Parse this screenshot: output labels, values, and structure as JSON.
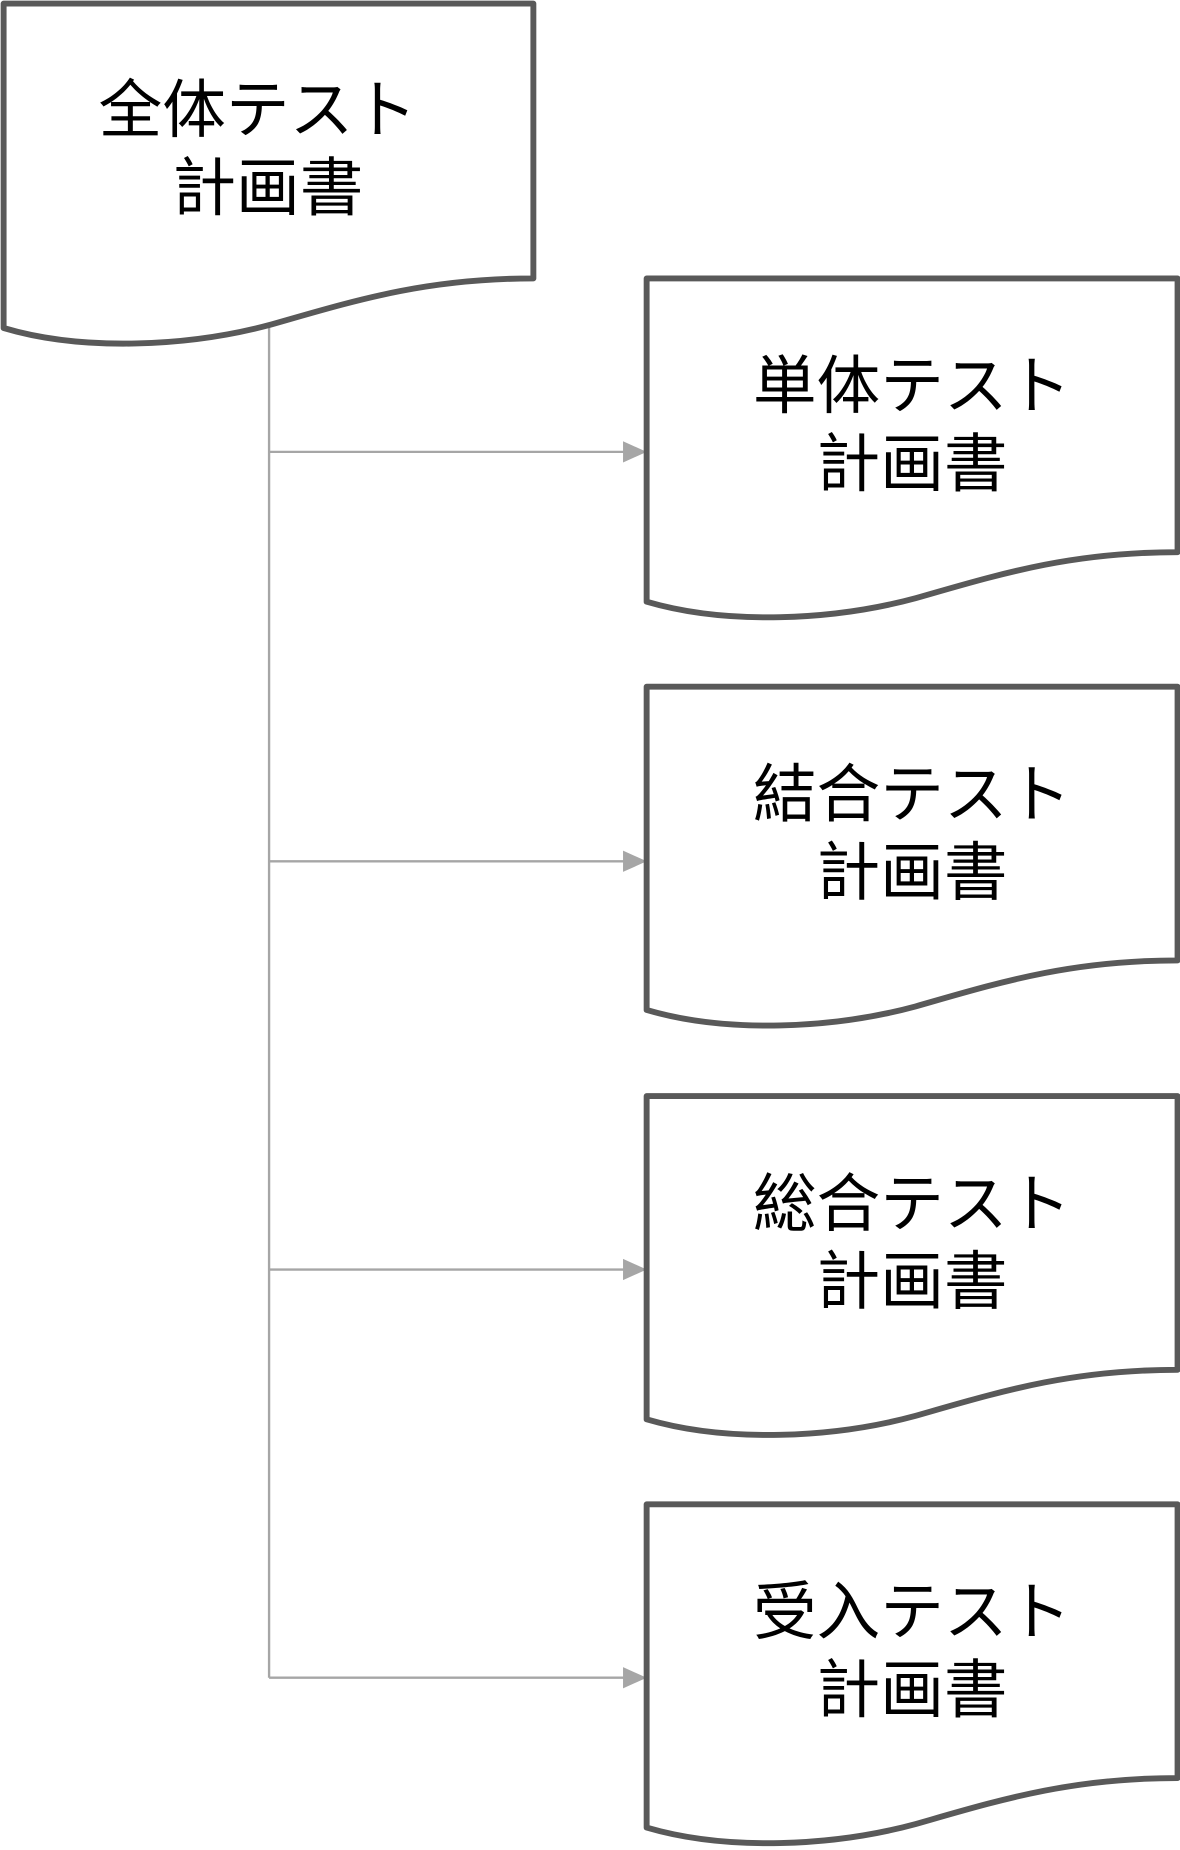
{
  "root": {
    "line1": "全体テスト",
    "line2": "計画書"
  },
  "children": [
    {
      "line1": "単体テスト",
      "line2": "計画書"
    },
    {
      "line1": "結合テスト",
      "line2": "計画書"
    },
    {
      "line1": "総合テスト",
      "line2": "計画書"
    },
    {
      "line1": "受入テスト",
      "line2": "計画書"
    }
  ],
  "colors": {
    "border": "#595959",
    "connector": "#a6a6a6"
  }
}
